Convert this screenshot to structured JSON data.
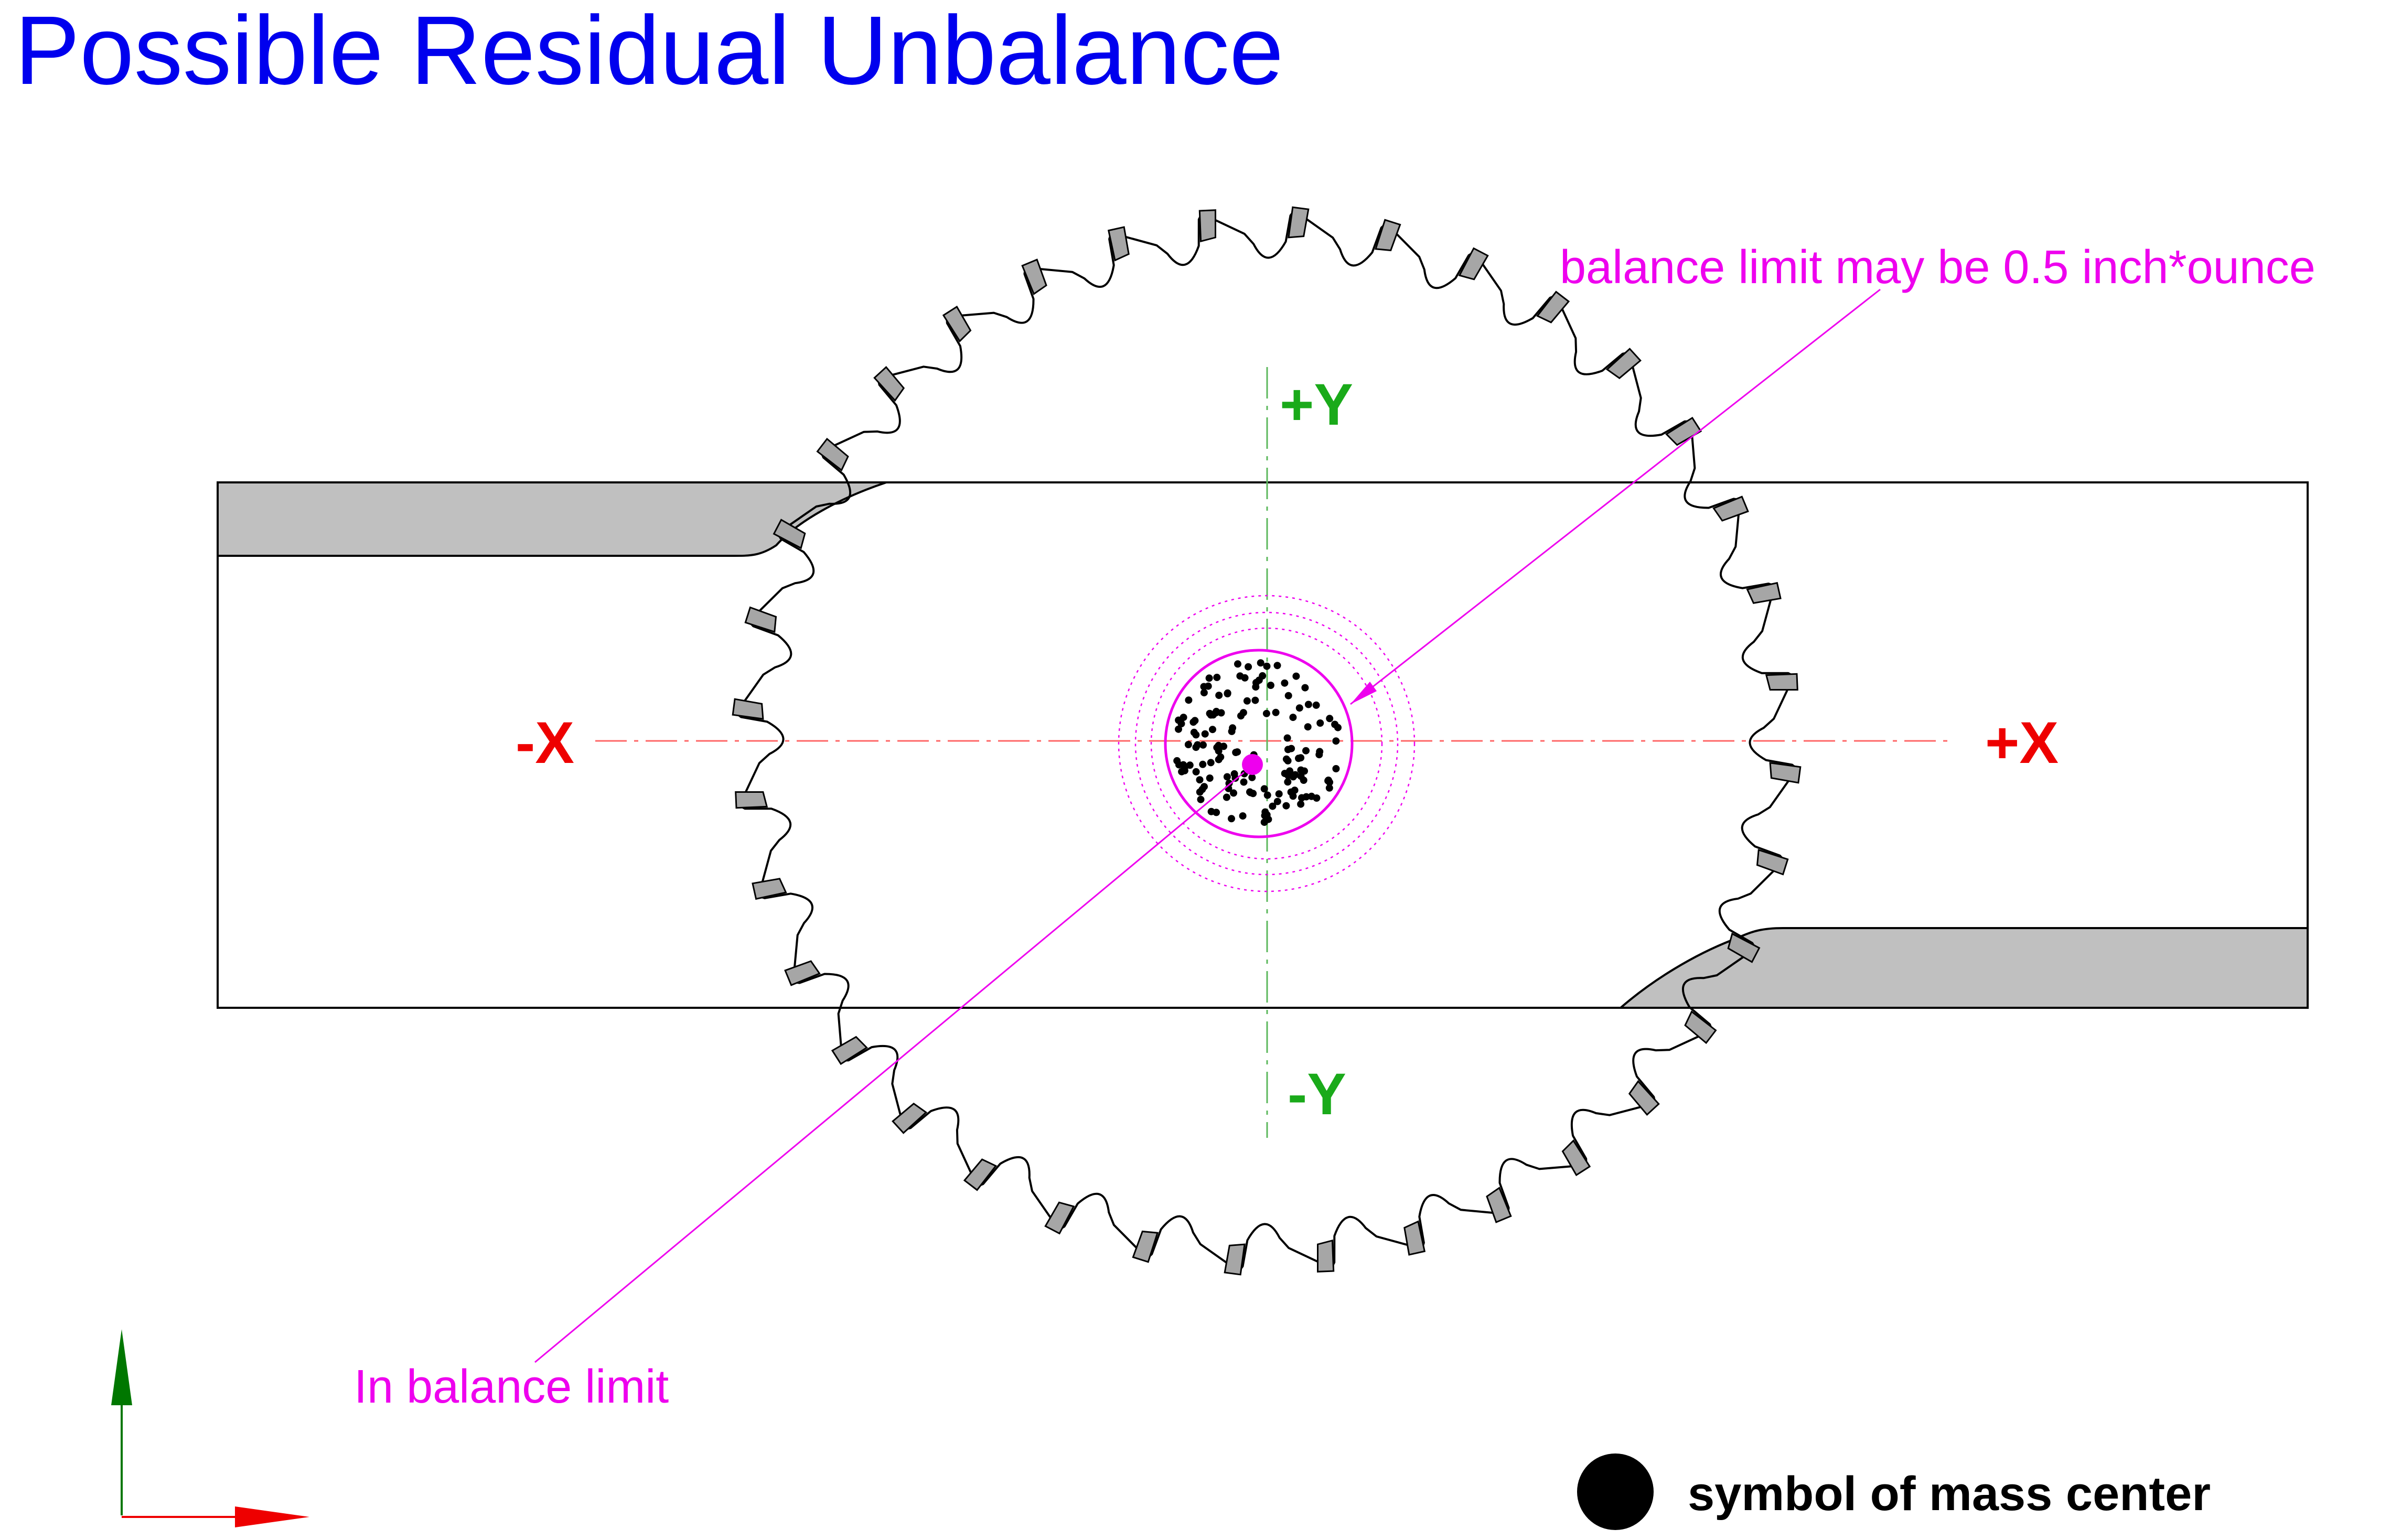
{
  "title": "Possible Residual Unbalance",
  "axes": {
    "plus_x": "+X",
    "minus_x": "-X",
    "plus_y": "+Y",
    "minus_y": "-Y"
  },
  "callouts": {
    "balance_limit": "balance limit may be 0.5 inch*ounce",
    "in_balance_limit": "In balance limit"
  },
  "legend": {
    "mass_center": "symbol of mass center"
  },
  "colors": {
    "title": "#0000ee",
    "x_axis_label": "#ee0000",
    "y_axis_label": "#1aaa1a",
    "callout": "#ee00ee",
    "mass_center": "#ee00ee",
    "tooth_tip": "#a6a6a6",
    "board_edge": "#c0c0c0",
    "ucs_y": "#007700",
    "ucs_x": "#ee0000"
  },
  "blade": {
    "tooth_count": 36
  }
}
